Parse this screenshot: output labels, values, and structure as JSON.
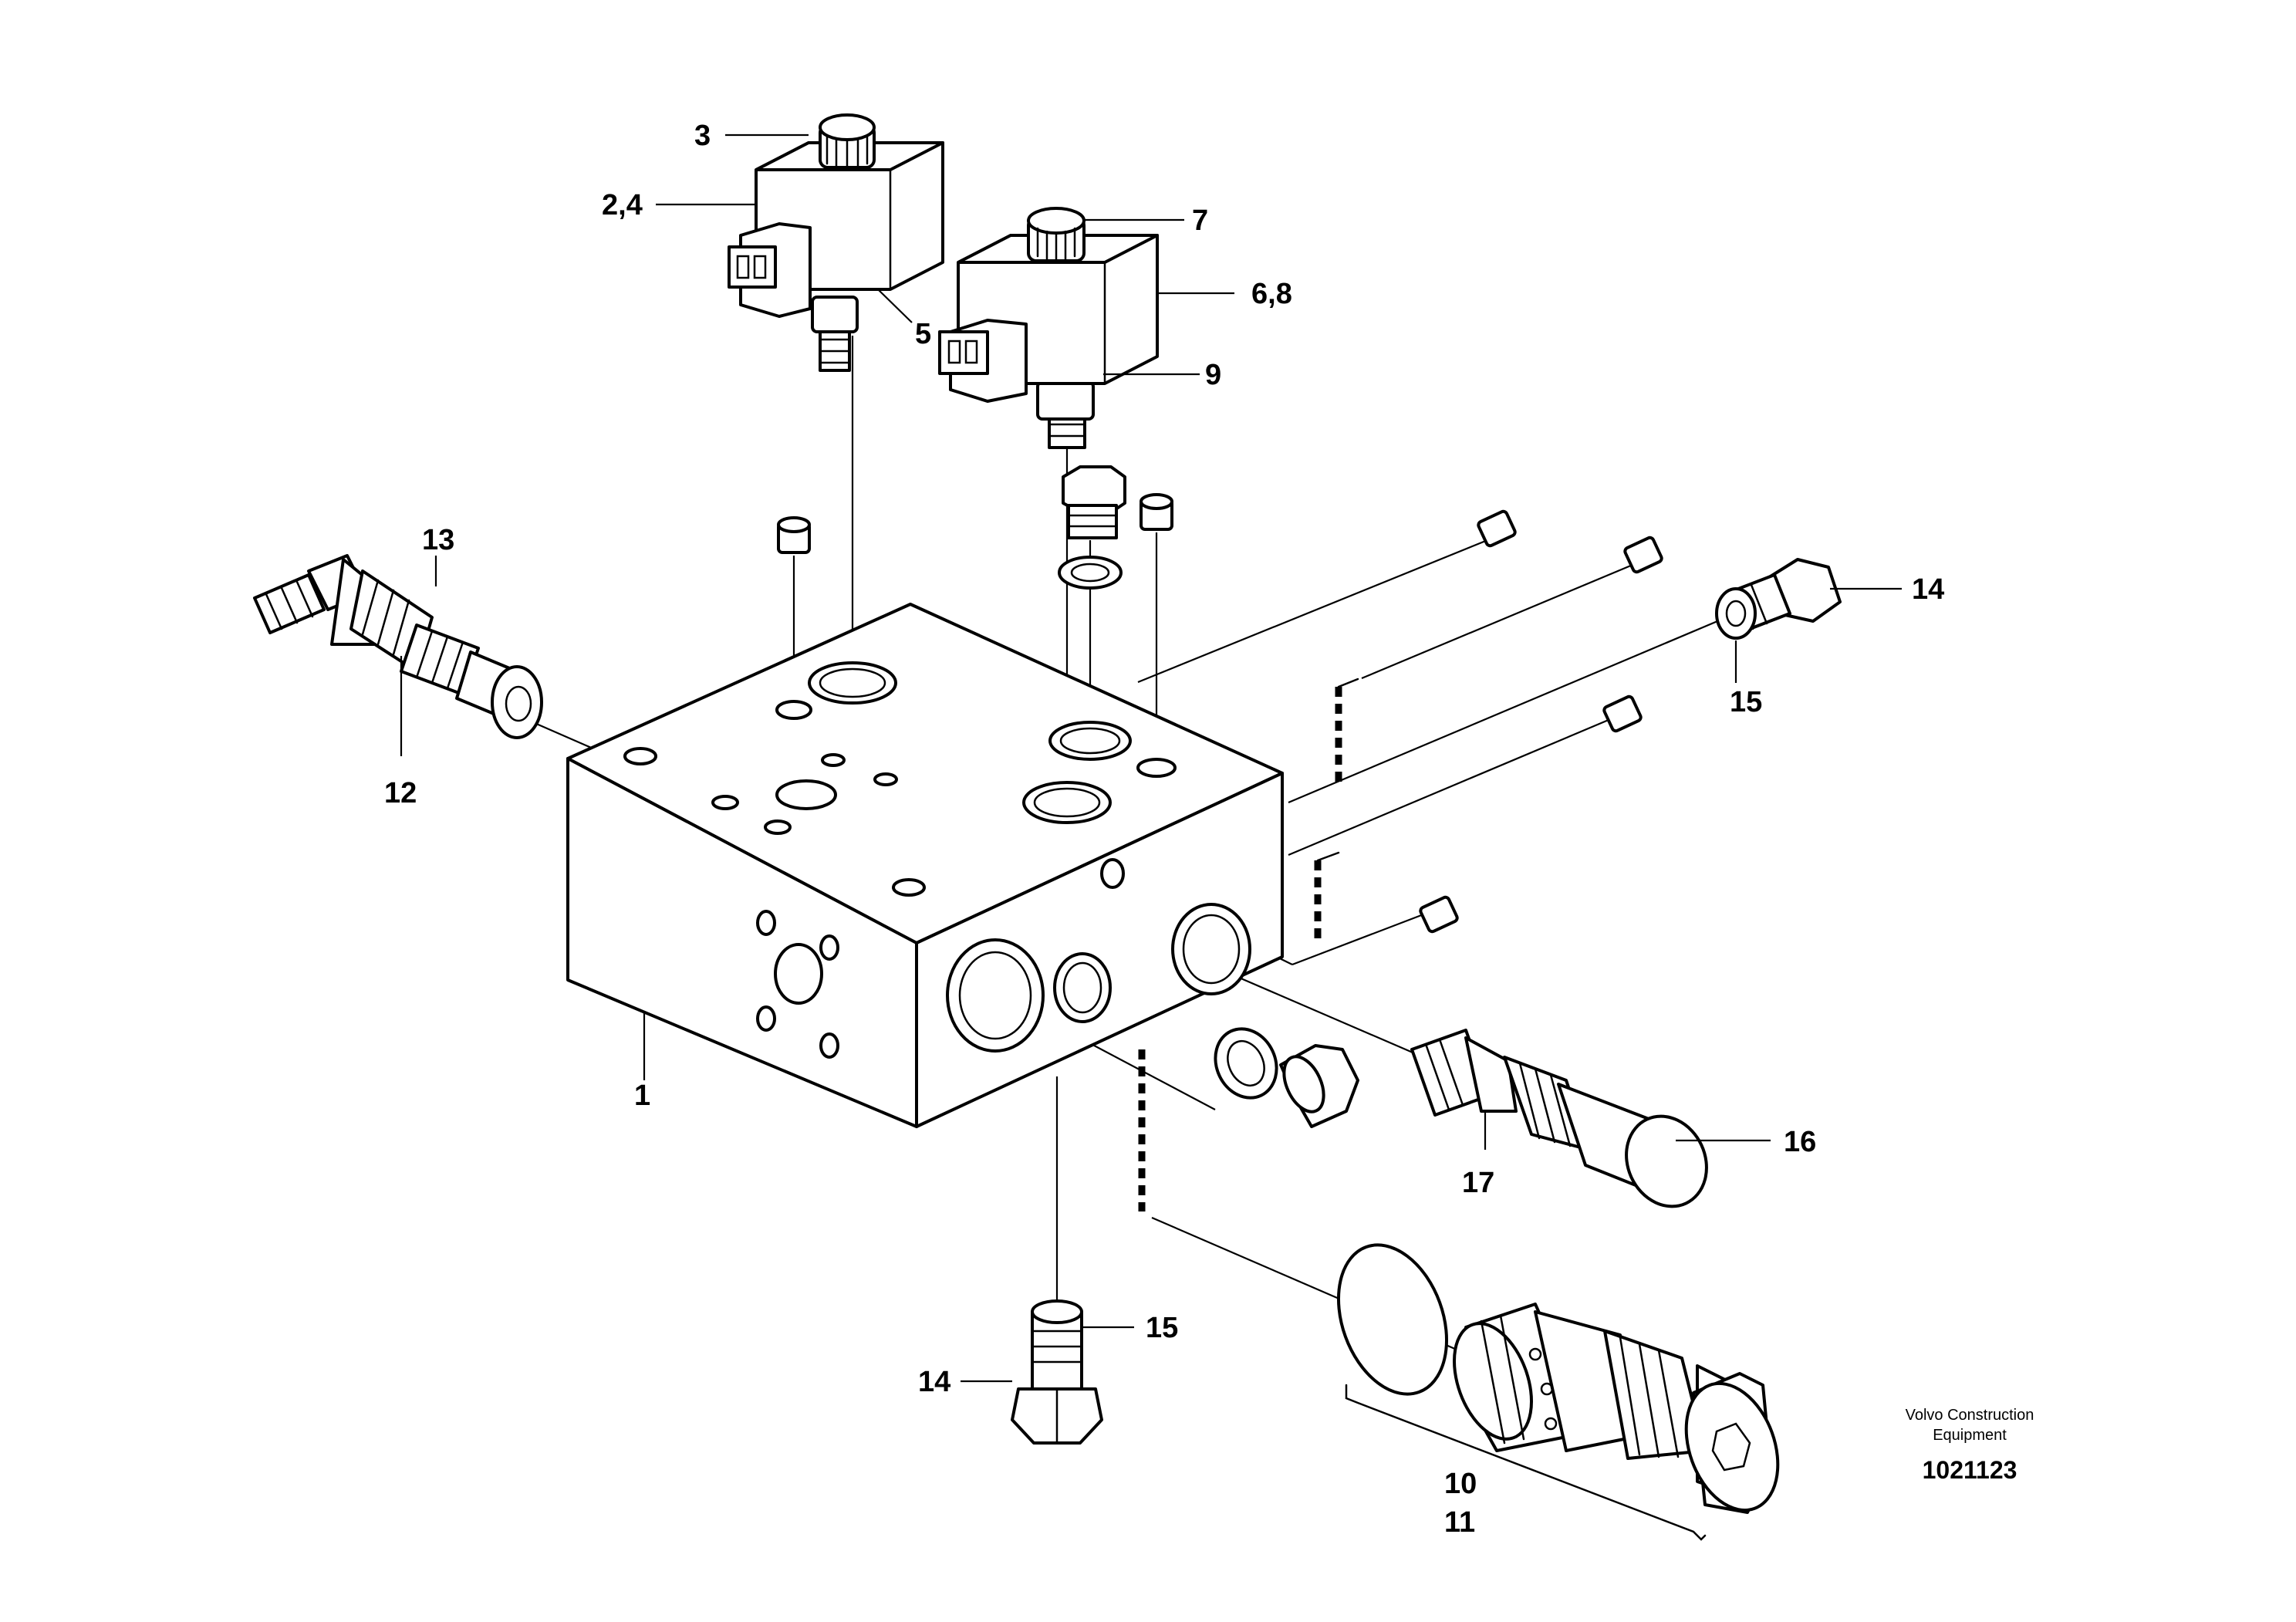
{
  "callouts": {
    "c1": "1",
    "c2_4": "2,4",
    "c3": "3",
    "c5": "5",
    "c6_8": "6,8",
    "c7": "7",
    "c9": "9",
    "c10": "10",
    "c11": "11",
    "c12": "12",
    "c13": "13",
    "c14_right": "14",
    "c15_right": "15",
    "c14_bottom": "14",
    "c15_bottom": "15",
    "c16": "16",
    "c17": "17"
  },
  "footer": {
    "brand_line1": "Volvo Construction",
    "brand_line2": "Equipment",
    "drawing_number": "1021123"
  },
  "colors": {
    "ink": "#000000",
    "paper": "#ffffff"
  }
}
